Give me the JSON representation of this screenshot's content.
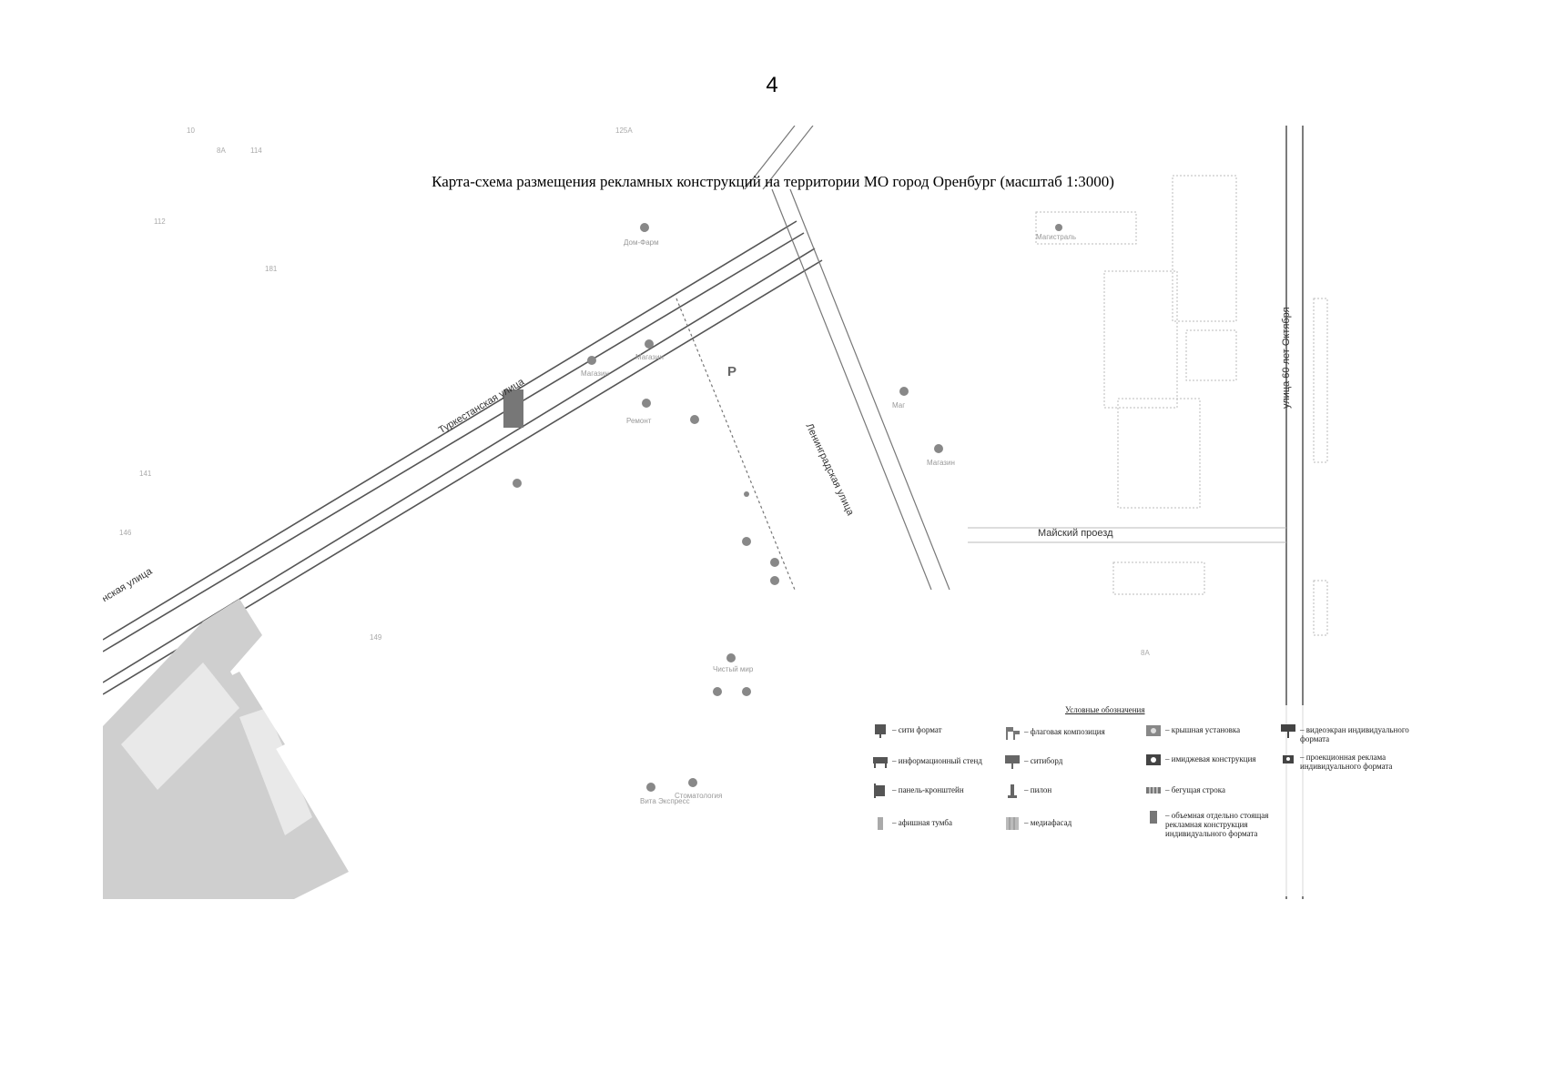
{
  "page": {
    "number": "4"
  },
  "map": {
    "title": "Карта-схема размещения рекламных конструкций на территории МО город Оренбург (масштаб 1:3000)",
    "streets": [
      {
        "name": "Туркестанская улица"
      },
      {
        "name": "нская улица"
      },
      {
        "name": "Ленинградская улица"
      },
      {
        "name": "улица 60 лет Октября"
      },
      {
        "name": "Майский проезд"
      }
    ],
    "place_labels": [
      {
        "text": "Дом-Фарм"
      },
      {
        "text": "Магистраль"
      },
      {
        "text": "Магазин"
      },
      {
        "text": "Магазин"
      },
      {
        "text": "Ремонт"
      },
      {
        "text": "Магазин"
      },
      {
        "text": "Маг"
      },
      {
        "text": "Чистый мир"
      },
      {
        "text": "Вита Экспресс"
      },
      {
        "text": "Стоматология"
      }
    ],
    "parking_label": "P",
    "building_numbers": [
      "10",
      "8А",
      "114",
      "112",
      "125А",
      "141",
      "146",
      "149",
      "8А",
      "181"
    ]
  },
  "legend": {
    "title": "Условные обозначения",
    "items": [
      {
        "id": "siti-format",
        "label": "– сити формат",
        "icon": "city-format-icon"
      },
      {
        "id": "info-stand",
        "label": "– информационный стенд",
        "icon": "info-stand-icon"
      },
      {
        "id": "panel-bracket",
        "label": "– панель-кронштейн",
        "icon": "panel-bracket-icon"
      },
      {
        "id": "afisha",
        "label": "– афишная тумба",
        "icon": "afisha-column-icon"
      },
      {
        "id": "flag",
        "label": "– флаговая композиция",
        "icon": "flag-composition-icon"
      },
      {
        "id": "citiboard",
        "label": "– ситиборд",
        "icon": "cityboard-icon"
      },
      {
        "id": "pylon",
        "label": "– пилон",
        "icon": "pylon-icon"
      },
      {
        "id": "mediafacade",
        "label": "– медиафасад",
        "icon": "media-facade-icon"
      },
      {
        "id": "roof",
        "label": "– крышная установка",
        "icon": "roof-installation-icon"
      },
      {
        "id": "image",
        "label": "– имиджевая конструкция",
        "icon": "image-construction-icon"
      },
      {
        "id": "ticker",
        "label": "– бегущая строка",
        "icon": "running-line-icon"
      },
      {
        "id": "volume",
        "label": "– объемная отдельно стоящая рекламная конструкция индивидуального формата",
        "icon": "volume-construction-icon"
      },
      {
        "id": "videoscreen",
        "label": "– видеоэкран индивидуального формата",
        "icon": "video-screen-icon"
      },
      {
        "id": "projection",
        "label": "– проекционная реклама индивидуального формата",
        "icon": "projection-ad-icon"
      }
    ]
  }
}
